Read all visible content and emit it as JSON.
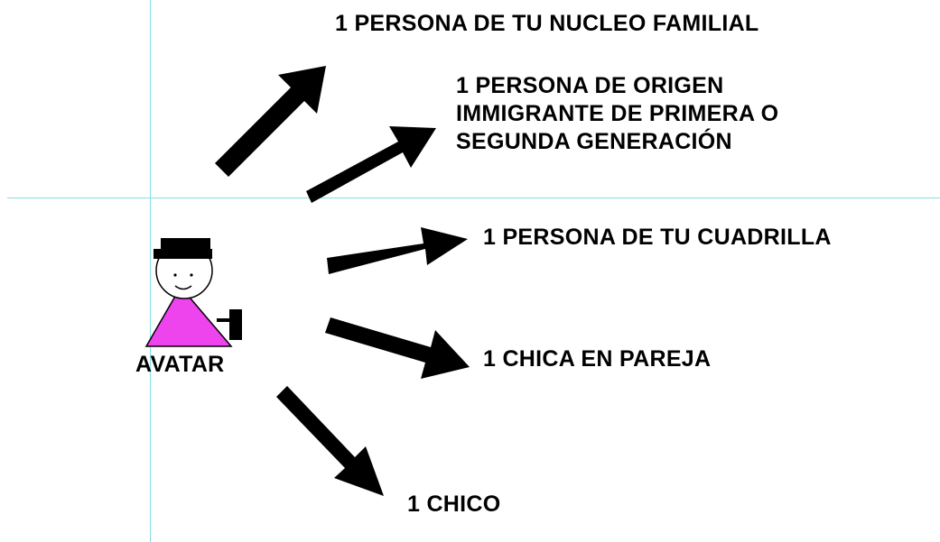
{
  "avatar": {
    "label": "AVATAR",
    "dress_color": "#ee44ee",
    "hat_color": "#000000"
  },
  "targets": {
    "familiar": "1 PERSONA DE TU NUCLEO FAMILIAL",
    "inmigrante": [
      "1 PERSONA DE ORIGEN",
      "IMMIGRANTE DE PRIMERA O",
      "SEGUNDA GENERACIÓN"
    ],
    "cuadrilla": "1 PERSONA DE TU CUADRILLA",
    "chica": "1 CHICA EN PAREJA",
    "chico": "1 CHICO"
  },
  "colors": {
    "arrow": "#000000",
    "guide": "#7fe0e6"
  }
}
